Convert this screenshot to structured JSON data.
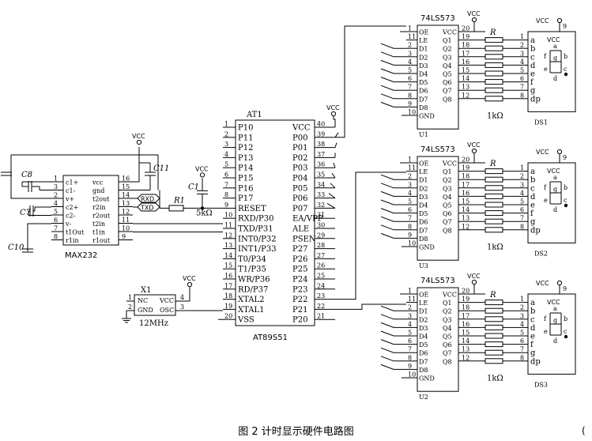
{
  "caption": "图 2  计时显示硬件电路图",
  "corner_mark": "(",
  "vcc": "VCC",
  "max232": {
    "name": "MAX232",
    "left_pins": [
      {
        "n": "1",
        "label": "c1+"
      },
      {
        "n": "3",
        "label": "c1-"
      },
      {
        "n": "2",
        "label": "v+"
      },
      {
        "n": "4",
        "label": "c2+"
      },
      {
        "n": "5",
        "label": "c2-"
      },
      {
        "n": "6",
        "label": "v-"
      },
      {
        "n": "7",
        "label": "t1Out"
      },
      {
        "n": "8",
        "label": "r1in"
      }
    ],
    "right_pins": [
      {
        "n": "16",
        "label": "vcc"
      },
      {
        "n": "15",
        "label": "gnd"
      },
      {
        "n": "14",
        "label": "t2out"
      },
      {
        "n": "13",
        "label": "r2in"
      },
      {
        "n": "12",
        "label": "r2out"
      },
      {
        "n": "11",
        "label": "t2in"
      },
      {
        "n": "10",
        "label": "t1in"
      },
      {
        "n": "9",
        "label": "r1out"
      }
    ],
    "caps": [
      "C8",
      "C7",
      "C10"
    ],
    "rxd": "RXD",
    "txd": "TXD"
  },
  "c11": "C11",
  "c1": "C1",
  "r1": "R1",
  "r1_value": "5kΩ",
  "crystal": {
    "name": "X1",
    "freq": "12MHz",
    "nc": "NC",
    "gnd": "GND",
    "vcc": "VCC",
    "osc": "OSC",
    "pins": [
      "1",
      "2",
      "4",
      "3"
    ]
  },
  "mcu": {
    "ref": "AT1",
    "name": "AT89S51",
    "left_pins": [
      {
        "n": "1",
        "label": "P10"
      },
      {
        "n": "2",
        "label": "P11"
      },
      {
        "n": "3",
        "label": "P12"
      },
      {
        "n": "4",
        "label": "P13"
      },
      {
        "n": "5",
        "label": "P14"
      },
      {
        "n": "6",
        "label": "P15"
      },
      {
        "n": "7",
        "label": "P16"
      },
      {
        "n": "8",
        "label": "P17"
      },
      {
        "n": "9",
        "label": "RESET"
      },
      {
        "n": "10",
        "label": "RXD/P30"
      },
      {
        "n": "11",
        "label": "TXD/P31"
      },
      {
        "n": "12",
        "label": "INT0/P32"
      },
      {
        "n": "13",
        "label": "INT1/P33"
      },
      {
        "n": "14",
        "label": "T0/P34"
      },
      {
        "n": "15",
        "label": "T1/P35"
      },
      {
        "n": "16",
        "label": "WR/P36"
      },
      {
        "n": "17",
        "label": "RD/P37"
      },
      {
        "n": "18",
        "label": "XTAL2"
      },
      {
        "n": "19",
        "label": "XTAL1"
      },
      {
        "n": "20",
        "label": "VSS"
      }
    ],
    "right_pins": [
      {
        "n": "40",
        "label": "VCC"
      },
      {
        "n": "39",
        "label": "P00"
      },
      {
        "n": "38",
        "label": "P01"
      },
      {
        "n": "37",
        "label": "P02"
      },
      {
        "n": "36",
        "label": "P03"
      },
      {
        "n": "35",
        "label": "P04"
      },
      {
        "n": "34",
        "label": "P05"
      },
      {
        "n": "33",
        "label": "P06"
      },
      {
        "n": "32",
        "label": "P07"
      },
      {
        "n": "31",
        "label": "EA/VPP"
      },
      {
        "n": "30",
        "label": "ALE"
      },
      {
        "n": "29",
        "label": "PSEN"
      },
      {
        "n": "28",
        "label": "P27"
      },
      {
        "n": "27",
        "label": "P26"
      },
      {
        "n": "26",
        "label": "P25"
      },
      {
        "n": "25",
        "label": "P24"
      },
      {
        "n": "24",
        "label": "P23"
      },
      {
        "n": "23",
        "label": "P22"
      },
      {
        "n": "22",
        "label": "P21"
      },
      {
        "n": "21",
        "label": "P20"
      }
    ]
  },
  "latch": {
    "name": "74LS573",
    "left_pins": [
      {
        "n": "1",
        "label": "OE"
      },
      {
        "n": "11",
        "label": "LE"
      },
      {
        "n": "2",
        "label": "D1"
      },
      {
        "n": "3",
        "label": "D2"
      },
      {
        "n": "4",
        "label": "D3"
      },
      {
        "n": "5",
        "label": "D4"
      },
      {
        "n": "6",
        "label": "D5"
      },
      {
        "n": "7",
        "label": "D6"
      },
      {
        "n": "8",
        "label": "D7"
      },
      {
        "n": "9",
        "label": "D8"
      },
      {
        "n": "10",
        "label": "GND"
      }
    ],
    "right_pins": [
      {
        "n": "20",
        "label": "VCC"
      },
      {
        "n": "19",
        "label": "Q1"
      },
      {
        "n": "18",
        "label": "Q2"
      },
      {
        "n": "17",
        "label": "Q3"
      },
      {
        "n": "16",
        "label": "Q4"
      },
      {
        "n": "15",
        "label": "Q5"
      },
      {
        "n": "14",
        "label": "Q6"
      },
      {
        "n": "13",
        "label": "Q7"
      },
      {
        "n": "12",
        "label": "Q8"
      }
    ],
    "resistor_label": "R",
    "resistor_value": "1kΩ"
  },
  "display": {
    "vcc_pin": "9",
    "pins": [
      {
        "n": "1",
        "seg": "a"
      },
      {
        "n": "2",
        "seg": "b"
      },
      {
        "n": "3",
        "seg": "c"
      },
      {
        "n": "4",
        "seg": "d"
      },
      {
        "n": "5",
        "seg": "e"
      },
      {
        "n": "6",
        "seg": "f"
      },
      {
        "n": "7",
        "seg": "g"
      },
      {
        "n": "8",
        "seg": "dp"
      }
    ],
    "seg_labels": {
      "a": "a",
      "b": "b",
      "c": "c",
      "d": "d",
      "e": "e",
      "f": "f",
      "g": "g"
    }
  },
  "stages": [
    {
      "latch_ref": "U1",
      "display_ref": "DS1"
    },
    {
      "latch_ref": "U3",
      "display_ref": "DS2"
    },
    {
      "latch_ref": "U2",
      "display_ref": "DS3"
    }
  ]
}
